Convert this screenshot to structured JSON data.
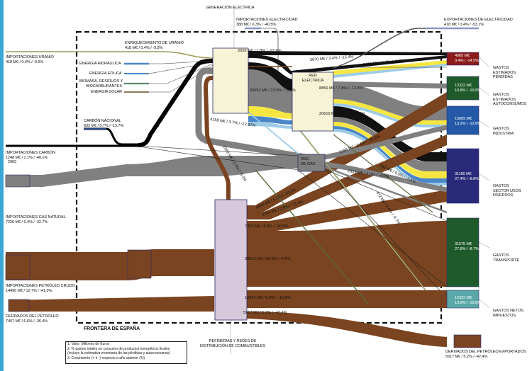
{
  "colors": {
    "accent_bar": "#3aa6d6",
    "oil": "#7a4420",
    "gas": "#808080",
    "coal": "#000000",
    "electricity_yellow": "#f5e642",
    "electricity_lightblue": "#9ccbe8",
    "electricity_blue": "#4a86c8",
    "uranium": "#9c9a55",
    "generation_box": "#f6f3d6",
    "refinery_box": "#d7c8dc",
    "losses": "#8b1a1a",
    "self_consumption": "#1f5a2a",
    "industry": "#2459a8",
    "various_uses": "#2a2a7a",
    "transport": "#1f5a2a",
    "taxes": "#5aa8a8"
  },
  "sources": {
    "uranium_imports": {
      "title": "IMPORTACIONES URANIO",
      "value": "418 M€ / 0.4% / -9.6%"
    },
    "uranium_enrichment": {
      "title": "ENRIQUECIMIENTO DE URANIO",
      "value": "418 M€ / 0.4% / -9.5%"
    },
    "hydro": {
      "title": "ENERGÍA HIDRÁULICA"
    },
    "wind": {
      "title": "ENERGÍA EÓLICA"
    },
    "biomass": {
      "title_1": "BIOMASA, RESIDUOS Y",
      "title_2": "BIOCARBURANTES"
    },
    "solar": {
      "title": "ENERGÍA SOLAR"
    },
    "coal_national": {
      "title": "CARBÓN NACIONAL",
      "value": "832 M€ / 0.7% / -13.7%"
    },
    "coal_imports": {
      "title": "IMPORTACIONES CARBÓN",
      "value": "1248 M€ / 1.1% / -40.1%",
      "extra": "2083"
    },
    "gas_imports": {
      "title": "IMPORTACIONES GAS NATURAL",
      "value": "7226 M€ / 6.4% / -32.7%"
    },
    "crude_imports": {
      "title": "IMPORTACIONES PETRÓLEO CRUDO",
      "value": "14490 M€ / 12.7% / -41.3%"
    },
    "oil_derivatives": {
      "title": "DERIVADOS DEL PETRÓLEO",
      "value": "7467 M€ / 6.6% / -36.4%"
    },
    "electricity_imports": {
      "title": "IMPORTACIONES ELECTRICIDAD",
      "value": "388 M€ / 0.3% / -40.5%"
    }
  },
  "nodes": {
    "generation": "GENERACIÓN ELÉCTRICA",
    "grid_1": "RED",
    "grid_2": "ELÉCTRICA",
    "gas_grid_1": "RED",
    "gas_grid_2": "DE GAS",
    "refineries_1": "REFINERÍAS Y REDES DE",
    "refineries_2": "DISTRIBUCIÓN DE COMBUSTIBLES",
    "border": "FRONTERA DE ESPAÑA"
  },
  "flows": {
    "gen_top": "2026 M€ / 1.8% / -22.6%",
    "gen_to_grid_top": "3870 M€ / 3.4% / -15.4%",
    "grid_export_branch": "2495 M€ / 2.2% / -9.0%",
    "gen_main": "26552 M€ / 23.5% / -5.8%",
    "grid_out_1": "8856 M€ / 7.8% / -12.8%",
    "grid_out_2": "20619 M€ / 18.1% / -8.4%",
    "coal_to_gen": "1733 M€ / 1.5% / -12.9%",
    "gas_to_gen": "4158 M€ / 3.7% / -12.87%",
    "oil_to_gen": "2568 M€ / 2.3% / -8.3%",
    "gas_out_1": "2388 M€ / 2.1% / -30.2%",
    "gas_out_2": "2313 M€ / 2.0% / -4.6%",
    "gas_out_3": "552 M€ / 0.5% / -7.5%",
    "gas_out_4": "472 M€ / 0.4% / -9.7%",
    "ref_out_1": "6948 M€ / 6.1% / -19.0%",
    "ref_out_2": "3354 M€ / 2.9% / -11.8%",
    "ref_out_3": "7493 M€ / 6.6% / -10.6%",
    "ref_out_4": "30013 M€ / 26.5% / -4.6%",
    "ref_out_5": "10224 M€ / 9.0% / -13.6%",
    "ref_out_6": "5917 M€ / 5.2% / -42.4%"
  },
  "sinks": {
    "electricity_exports": {
      "title": "EXPORTACIONES DE ELECTRICIDAD",
      "value": "418 M€ / 0.4% / -53.1%"
    },
    "losses": {
      "box_1": "4005 M€",
      "box_2": "3.4% / -14.5%",
      "title_1": "GASTOS",
      "title_2": "ESTIMADOS",
      "title_3": "PÉRDIDAS"
    },
    "self_consumption": {
      "box_1": "12322 M€",
      "box_2": "10.8% / -19.6%",
      "title_1": "GASTOS",
      "title_2": "ESTIMADOS",
      "title_3": "AUTOCONSUMOS"
    },
    "industry": {
      "box_1": "15009 M€",
      "box_2": "13.2% / -12.6%",
      "title_1": "GASTOS",
      "title_2": "INDUSTRIA"
    },
    "various_uses": {
      "box_1": "31160 M€",
      "box_2": "27.4% / -8.8%",
      "title_1": "GASTOS",
      "title_2": "SECTOR USOS",
      "title_3": "DIVERSOS"
    },
    "transport": {
      "box_1": "31575 M€",
      "box_2": "27.8% / -8.7%",
      "title_1": "GASTOS",
      "title_2": "TRANSPORTE"
    },
    "taxes": {
      "box_1": "12322 M€",
      "box_2": "10.8% / -19.8%",
      "title_1": "GASTOS NETOS",
      "title_2": "IMPUESTOS"
    },
    "oil_exports": {
      "title": "DERIVADOS DEL PETRÓLEO EXPORTADOS",
      "value": "5917 M€ / 5.2% / -42.4%"
    }
  },
  "legend": {
    "line_1": "1. Valor: Millones de Euros",
    "line_2": "2. % gastos totales en consumo de productos energéticos finales",
    "line_3": "   (incluye la estimativa monetaria de las pérdidas y autoconsumos)",
    "line_4": "3. Crecimiento (+ ó -) respecto a año anterior (%)"
  }
}
